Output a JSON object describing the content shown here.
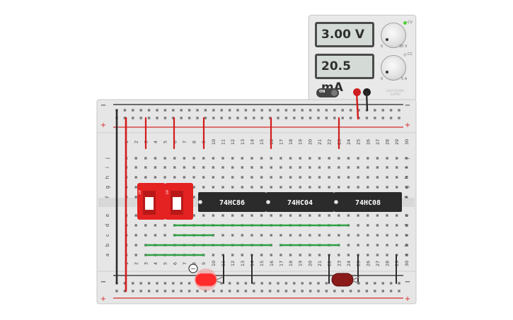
{
  "power_supply": {
    "voltage_reading": "3.00 V",
    "current_reading": "20.5 mA",
    "switch_label": "ON",
    "voltage_knob_min": "0",
    "voltage_knob_max": "30 V",
    "current_knob_min": "0",
    "current_knob_max": "5 A",
    "cv_label": "CV",
    "cc_label": "CC",
    "cv_indicator_color": "#4cd137",
    "cc_indicator_color": "#c8c8c8",
    "brand_text": "ELECTRONIC SUPPLY",
    "positive_terminal_color": "#cc1f1f",
    "negative_terminal_color": "#222222"
  },
  "breadboard": {
    "minus_symbol": "−",
    "plus_symbol": "+",
    "column_numbers": [
      "1",
      "2",
      "3",
      "4",
      "5",
      "6",
      "7",
      "8",
      "9",
      "10",
      "11",
      "12",
      "13",
      "14",
      "15",
      "16",
      "17",
      "18",
      "19",
      "20",
      "21",
      "22",
      "23",
      "24",
      "25",
      "26",
      "27",
      "28",
      "29",
      "30"
    ],
    "upper_rows": [
      "j",
      "i",
      "h",
      "g",
      "f"
    ],
    "lower_rows": [
      "e",
      "d",
      "c",
      "b",
      "a"
    ],
    "board_color": "#e6e6e6",
    "positive_rail_color": "#d62a2a",
    "negative_rail_color": "#222222"
  },
  "chips": [
    {
      "label": "74HC86"
    },
    {
      "label": "74HC04"
    },
    {
      "label": "74HC08"
    }
  ],
  "dip_switches": [
    {
      "label": "DIP",
      "state": "off"
    },
    {
      "label": "DIP",
      "state": "off"
    }
  ],
  "leds": [
    {
      "color": "red",
      "state": "on",
      "hex": "#ff2a2a"
    },
    {
      "color": "red",
      "state": "off",
      "hex": "#8b1a1a"
    }
  ],
  "wire_colors": {
    "red": "#d31c1c",
    "black": "#2b2b2b",
    "green": "#2ea043"
  },
  "resistor_marker_symbol": "−"
}
